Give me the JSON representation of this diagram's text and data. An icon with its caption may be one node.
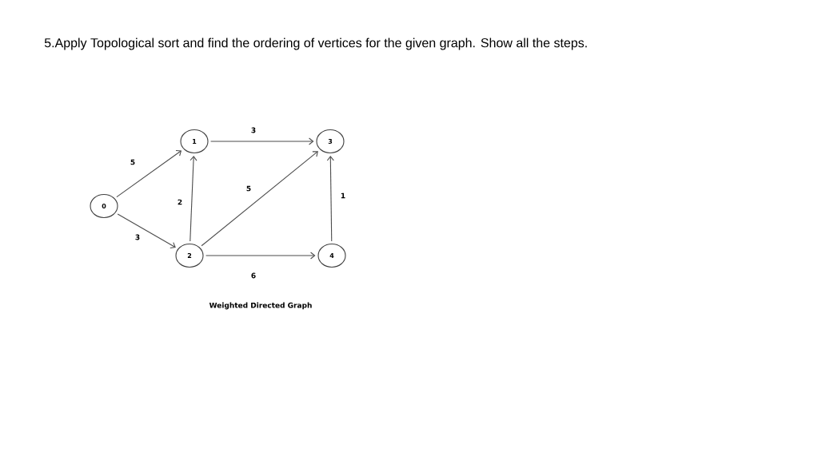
{
  "diagram": {
    "title": "5.Apply Topological sort and find the ordering of vertices for the given graph. Show all the steps.",
    "caption": "Weighted Directed Graph",
    "nodes": [
      {
        "text": [
          "0"
        ]
      },
      {
        "text": [
          "1"
        ]
      },
      {
        "text": [
          "2"
        ]
      },
      {
        "text": [
          "3"
        ]
      },
      {
        "text": [
          "4"
        ]
      }
    ],
    "edges": [
      {
        "from": 0,
        "to": 1,
        "arrow": "to",
        "label": "5"
      },
      {
        "from": 0,
        "to": 2,
        "arrow": "to",
        "label": "3"
      },
      {
        "from": 1,
        "to": 3,
        "arrow": "to",
        "label": "3"
      },
      {
        "from": 2,
        "to": 1,
        "arrow": "to",
        "label": "2"
      },
      {
        "from": 2,
        "to": 3,
        "arrow": "to",
        "label": "5"
      },
      {
        "from": 2,
        "to": 4,
        "arrow": "to",
        "label": "6"
      },
      {
        "from": 4,
        "to": 3,
        "arrow": "to",
        "label": "1"
      }
    ]
  }
}
